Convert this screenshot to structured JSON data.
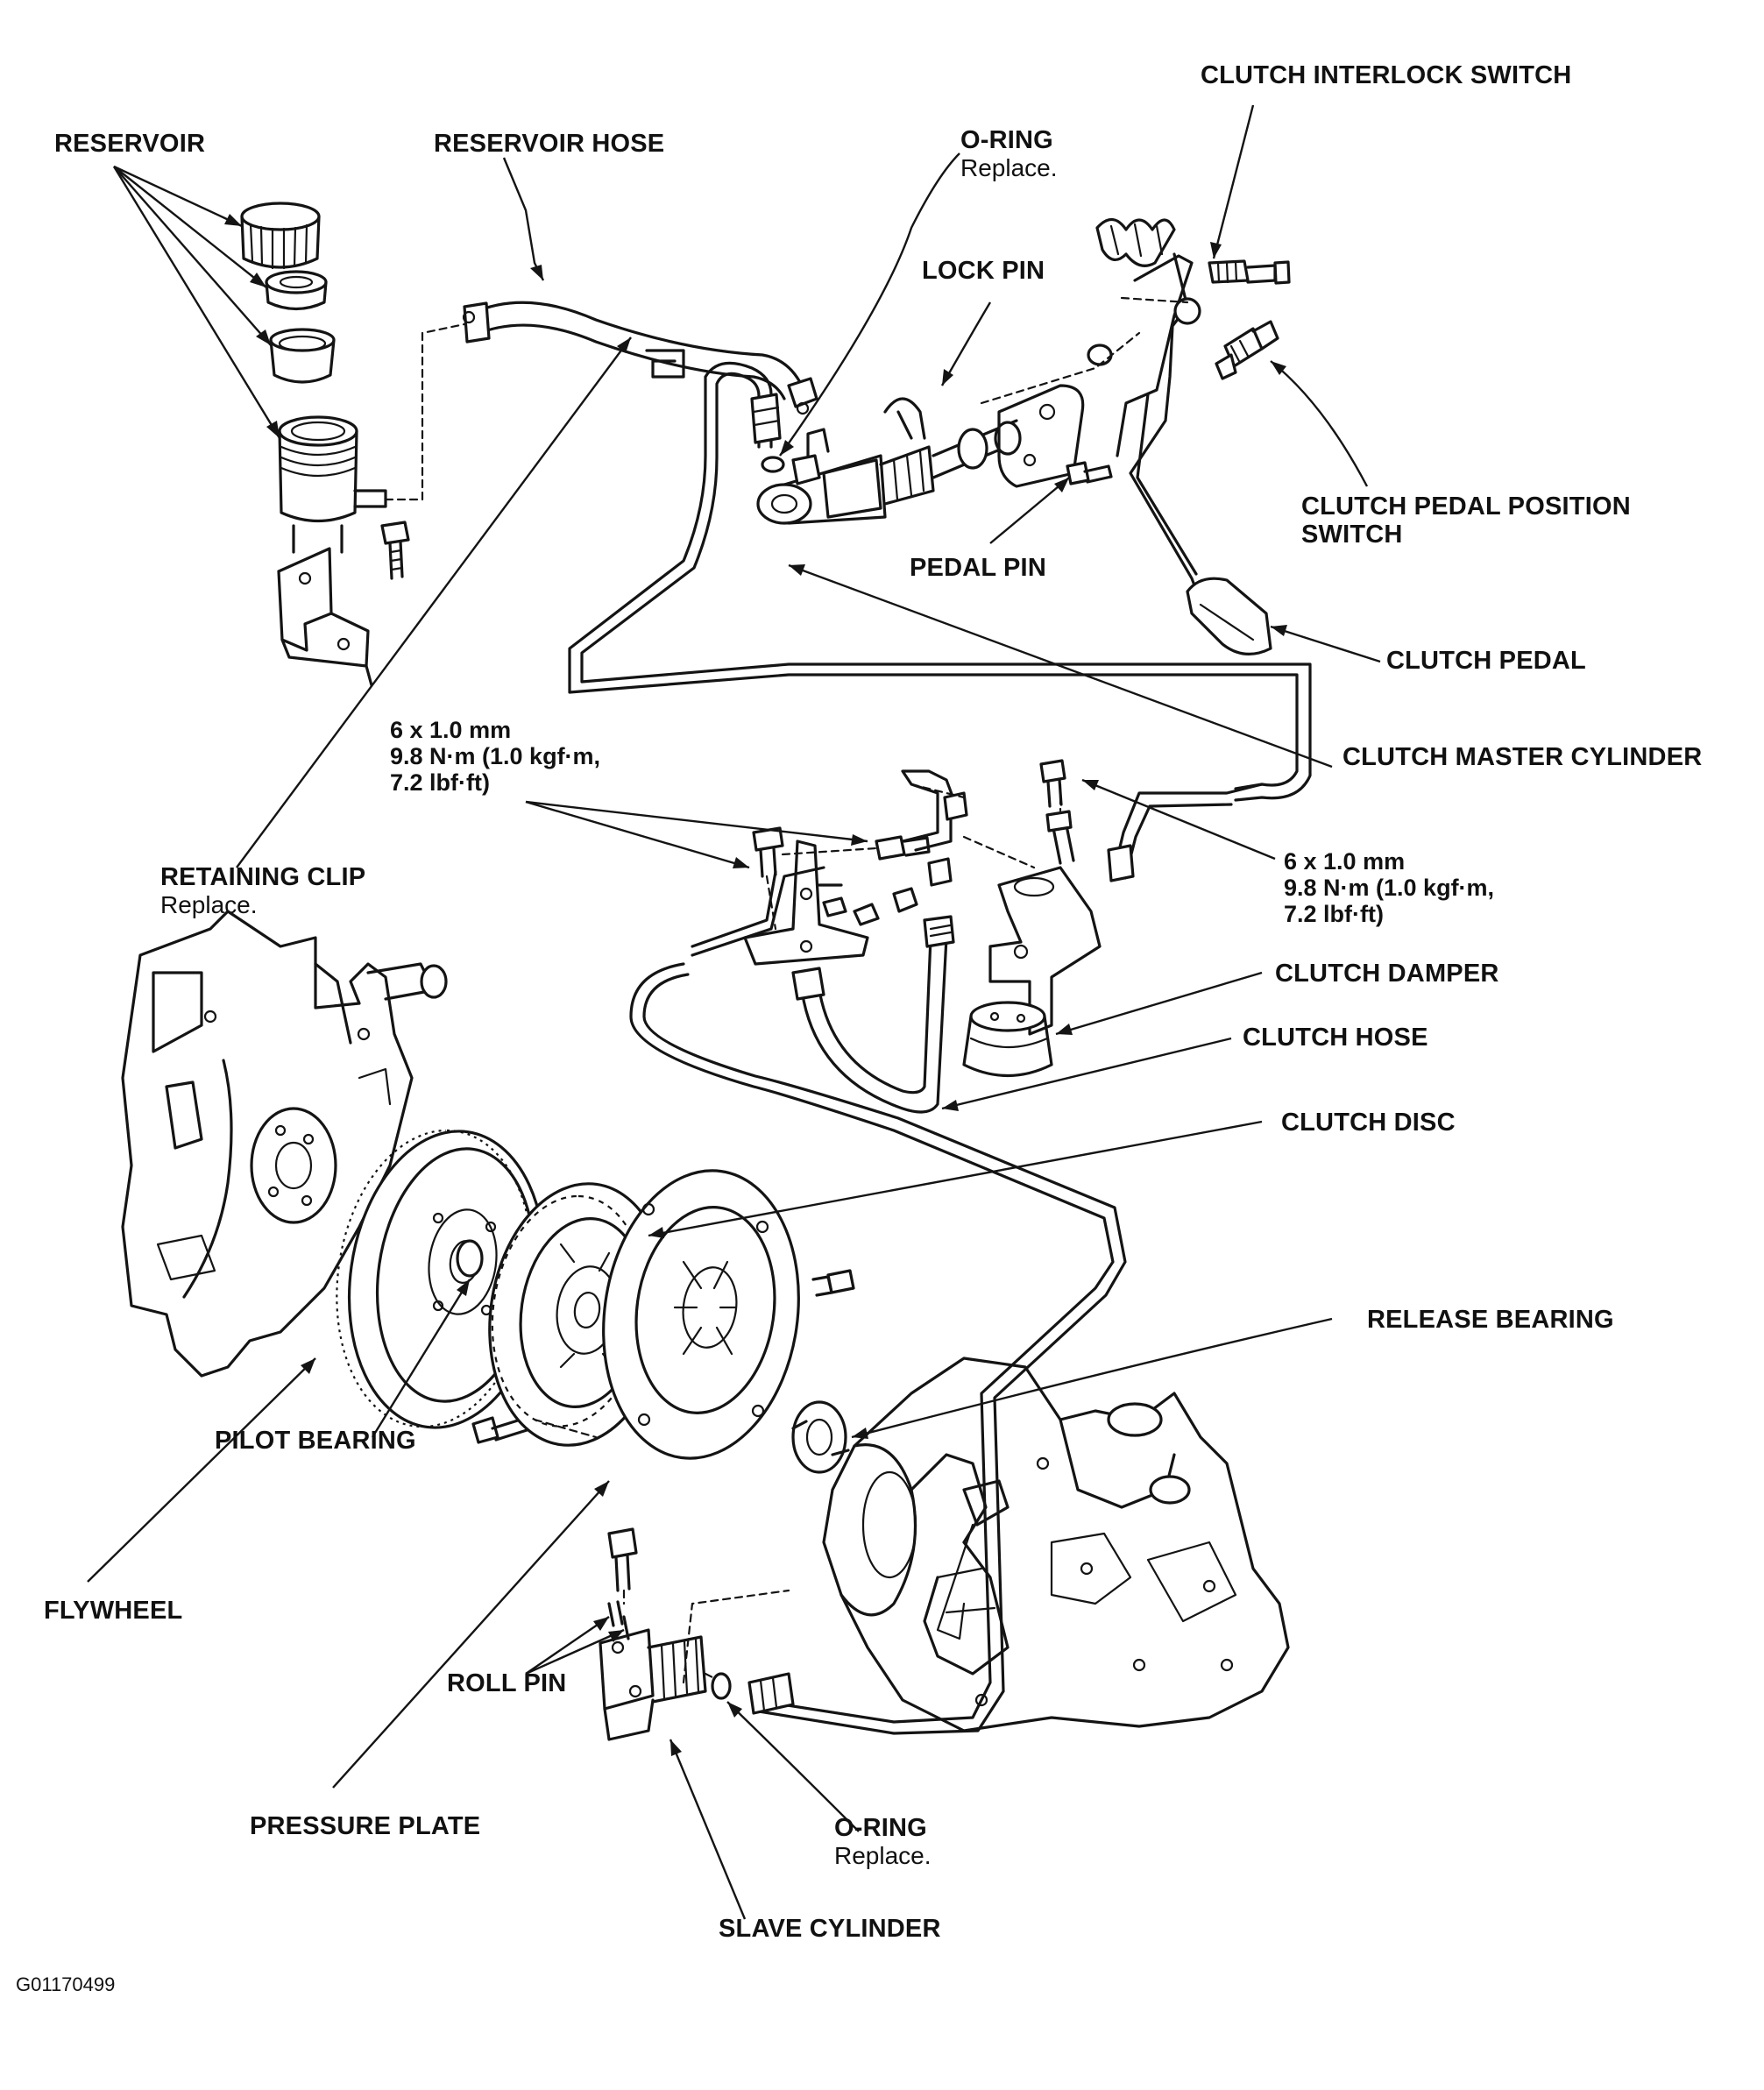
{
  "figure_id": "G01170499",
  "labels": {
    "reservoir": {
      "title": "RESERVOIR"
    },
    "reservoir_hose": {
      "title": "RESERVOIR HOSE"
    },
    "o_ring_top": {
      "title": "O-RING",
      "note": "Replace."
    },
    "lock_pin": {
      "title": "LOCK PIN"
    },
    "clutch_interlock_switch": {
      "title": "CLUTCH INTERLOCK SWITCH"
    },
    "clutch_pedal_position_switch": {
      "line1": "CLUTCH PEDAL POSITION",
      "line2": "SWITCH"
    },
    "pedal_pin": {
      "title": "PEDAL PIN"
    },
    "clutch_pedal": {
      "title": "CLUTCH PEDAL"
    },
    "clutch_master_cylinder": {
      "title": "CLUTCH MASTER CYLINDER"
    },
    "torque_left": {
      "line1": "6 x 1.0 mm",
      "line2": "9.8 N·m (1.0 kgf·m,",
      "line3": "7.2 lbf·ft)"
    },
    "torque_right": {
      "line1": "6 x 1.0 mm",
      "line2": "9.8 N·m (1.0 kgf·m,",
      "line3": "7.2 lbf·ft)"
    },
    "retaining_clip": {
      "title": "RETAINING CLIP",
      "note": "Replace."
    },
    "clutch_damper": {
      "title": "CLUTCH DAMPER"
    },
    "clutch_hose": {
      "title": "CLUTCH HOSE"
    },
    "clutch_disc": {
      "title": "CLUTCH DISC"
    },
    "release_bearing": {
      "title": "RELEASE BEARING"
    },
    "pilot_bearing": {
      "title": "PILOT BEARING"
    },
    "flywheel": {
      "title": "FLYWHEEL"
    },
    "roll_pin": {
      "title": "ROLL PIN"
    },
    "pressure_plate": {
      "title": "PRESSURE PLATE"
    },
    "o_ring_bottom": {
      "title": "O-RING",
      "note": "Replace."
    },
    "slave_cylinder": {
      "title": "SLAVE CYLINDER"
    }
  }
}
